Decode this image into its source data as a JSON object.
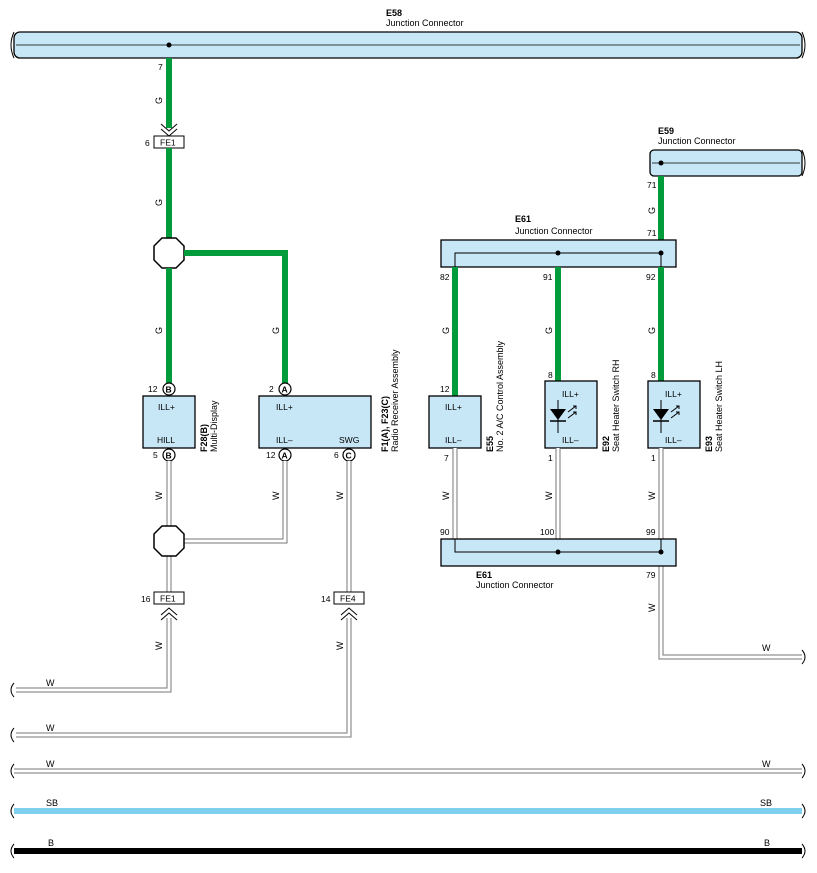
{
  "connectors": {
    "e58": {
      "code": "E58",
      "name": "Junction Connector",
      "pin": "7"
    },
    "e59": {
      "code": "E59",
      "name": "Junction Connector",
      "pin_top": "71",
      "pin_bottom": "71"
    },
    "e61_top": {
      "code": "E61",
      "name": "Junction Connector",
      "pins": [
        "82",
        "91",
        "92"
      ]
    },
    "e61_bottom": {
      "code": "E61",
      "name": "Junction Connector",
      "pins": [
        "90",
        "100",
        "99",
        "79"
      ]
    },
    "fe1_top": {
      "code": "FE1",
      "pin": "6"
    },
    "fe1_bottom": {
      "code": "FE1",
      "pin": "16"
    },
    "fe4": {
      "code": "FE4",
      "pin": "14"
    }
  },
  "components": {
    "f28": {
      "code": "F28(B)",
      "name": "Multi-Display",
      "top_pin": "12",
      "top_letter": "B",
      "top_terminal": "ILL+",
      "bottom_pin": "5",
      "bottom_letter": "B",
      "bottom_terminal": "HILL"
    },
    "radio": {
      "code": "F1(A), F23(C)",
      "name": "Radio Receiver Assembly",
      "top_pin": "2",
      "top_letter": "A",
      "top_terminal": "ILL+",
      "bl_pin": "12",
      "bl_letter": "A",
      "bl_terminal": "ILL–",
      "br_pin": "6",
      "br_letter": "C",
      "br_terminal": "SWG"
    },
    "e55": {
      "code": "E55",
      "name": "No. 2 A/C Control Assembly",
      "top_pin": "12",
      "top_terminal": "ILL+",
      "bottom_pin": "7",
      "bottom_terminal": "ILL–"
    },
    "e92": {
      "code": "E92",
      "name": "Seat Heater Switch RH",
      "top_pin": "8",
      "top_terminal": "ILL+",
      "bottom_pin": "1",
      "bottom_terminal": "ILL–"
    },
    "e93": {
      "code": "E93",
      "name": "Seat Heater Switch LH",
      "top_pin": "8",
      "top_terminal": "ILL+",
      "bottom_pin": "1",
      "bottom_terminal": "ILL–"
    }
  },
  "wire_colors": {
    "green": "G",
    "white": "W",
    "sky_blue": "SB",
    "black": "B"
  },
  "colors": {
    "green": "#009b3a",
    "sky_blue": "#7fd0ef",
    "component_fill": "#c7e6f6",
    "black": "#000000"
  }
}
